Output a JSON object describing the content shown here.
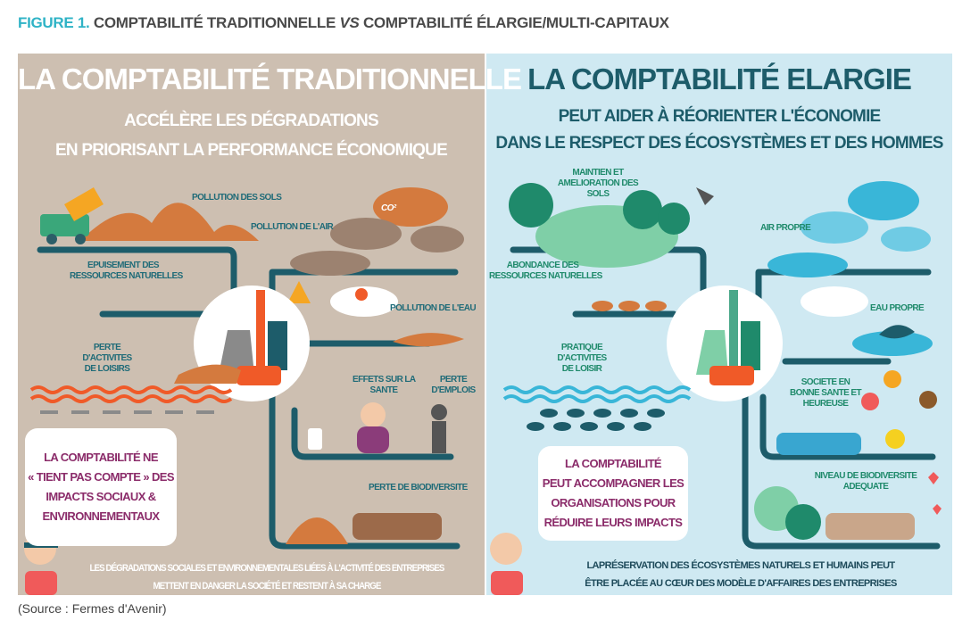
{
  "figure": {
    "number": "FIGURE 1.",
    "title_a": "COMPTABILITÉ TRADITIONNELLE",
    "title_vs": "VS",
    "title_b": "COMPTABILITÉ ÉLARGIE/MULTI-CAPITAUX",
    "source": "(Source : Fermes d'Avenir)"
  },
  "left": {
    "title": "LA COMPTABILITÉ TRADITIONNELLE",
    "subtitle": [
      "ACCÉLÈRE LES DÉGRADATIONS",
      "EN PRIORISANT LA PERFORMANCE ÉCONOMIQUE"
    ],
    "labels": {
      "soils": "POLLUTION DES SOLS",
      "air": "POLLUTION DE L'AIR",
      "resources": [
        "EPUISEMENT DES",
        "RESSOURCES NATURELLES"
      ],
      "water": "POLLUTION DE L'EAU",
      "leisure": [
        "PERTE",
        "D'ACTIVITES",
        "DE LOISIRS"
      ],
      "health": [
        "EFFETS SUR LA",
        "SANTE"
      ],
      "jobs": [
        "PERTE",
        "D'EMPLOIS"
      ],
      "biodiversity": "PERTE DE BIODIVERSITE",
      "co2": "CO²"
    },
    "box": [
      "LA COMPTABILITÉ NE",
      "« TIENT PAS COMPTE » DES",
      "IMPACTS SOCIAUX &",
      "ENVIRONNEMENTAUX"
    ],
    "bottom": [
      "LES DÉGRADATIONS SOCIALES ET ENVIRONNEMENTALES LIÉES  À L'ACTIVITÉ DES ENTREPRISES",
      "METTENT EN DANGER LA SOCIÉTÉ ET RESTENT À SA CHARGE"
    ]
  },
  "right": {
    "title": "LA COMPTABILITÉ ELARGIE",
    "subtitle": [
      "PEUT AIDER À RÉORIENTER L'ÉCONOMIE",
      "DANS LE RESPECT DES ÉCOSYSTÈMES ET DES HOMMES"
    ],
    "labels": {
      "soils": [
        "MAINTIEN ET",
        "AMELIORATION DES",
        "SOLS"
      ],
      "air": "AIR PROPRE",
      "resources": [
        "ABONDANCE DES",
        "RESSOURCES NATURELLES"
      ],
      "water": "EAU PROPRE",
      "leisure": [
        "PRATIQUE",
        "D'ACTIVITES",
        "DE LOISIR"
      ],
      "society": [
        "SOCIETE EN",
        "BONNE SANTE ET",
        "HEUREUSE"
      ],
      "biodiversity": [
        "NIVEAU DE BIODIVERSITE",
        "ADEQUATE"
      ]
    },
    "box": [
      "LA COMPTABILITÉ",
      "PEUT ACCOMPAGNER LES",
      "ORGANISATIONS POUR",
      "RÉDUIRE LEURS IMPACTS"
    ],
    "bottom": [
      "LAPRÉSERVATION DES  ÉCOSYSTÈMES NATURELS ET HUMAINS PEUT",
      "ÊTRE PLACÉE AU CŒUR DES MODÈLE D'AFFAIRES DES ENTREPRISES"
    ]
  },
  "colors": {
    "left_bg": "#cdbfb1",
    "right_bg": "#cfe9f2",
    "pipe": "#1d5c6a",
    "accent": "#2fb3c6",
    "box_text": "#8b2c6a"
  }
}
